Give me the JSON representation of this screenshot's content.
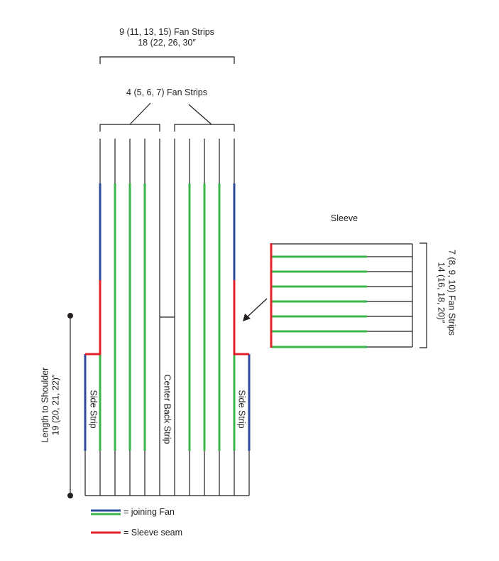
{
  "colors": {
    "ink": "#231f20",
    "joining_blue": "#2e4a9e",
    "joining_green": "#3cb54a",
    "sleeve_seam_red": "#e0232b"
  },
  "top_bracket": {
    "line1": "9 (11, 13, 15) Fan Strips",
    "line2": "18 (22, 26, 30″"
  },
  "fan_bracket": {
    "label": "4 (5, 6, 7) Fan Strips"
  },
  "sleeve": {
    "title": "Sleeve",
    "side_line1": "7 (8, 9, 10) Fan Strips",
    "side_line2": "14 (16, 18, 20)″"
  },
  "length": {
    "line1": "Length to Shoulder",
    "line2": "19 (20, 21, 22)″"
  },
  "strips": {
    "left_side": "Side Strip",
    "center": "Center Back Strip",
    "right_side": "Side Strip"
  },
  "legend": {
    "joining": "= joining Fan",
    "sleeve_seam": "= Sleeve seam"
  }
}
